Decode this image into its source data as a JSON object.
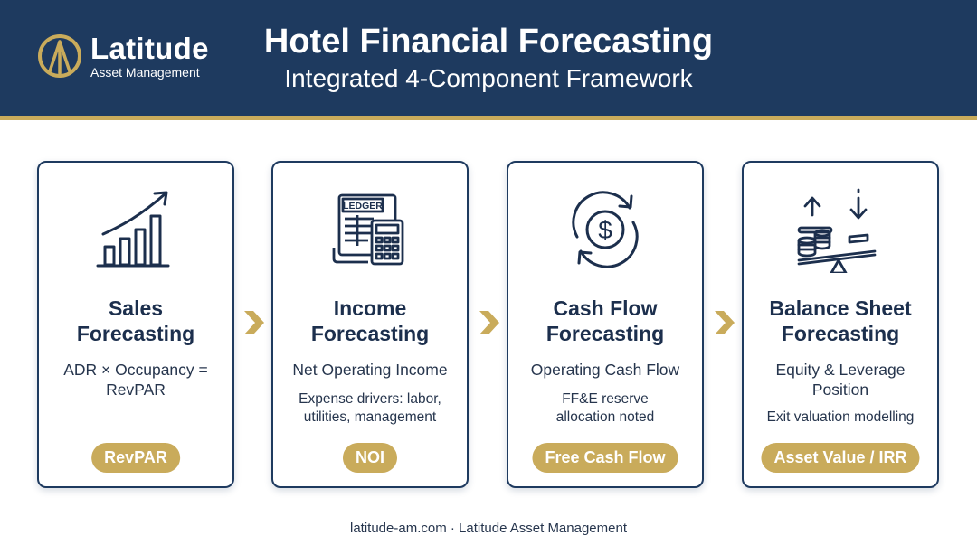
{
  "brand": {
    "name": "Latitude",
    "tagline": "Asset Management"
  },
  "header": {
    "title": "Hotel Financial Forecasting",
    "subtitle": "Integrated 4-Component Framework"
  },
  "colors": {
    "navy": "#1e3a5f",
    "gold": "#c9ab5b",
    "white": "#ffffff"
  },
  "cards": [
    {
      "icon": "growth-bar-chart-icon",
      "title": "Sales Forecasting",
      "line1": "ADR × Occupancy = RevPAR",
      "line2": "",
      "pill": "RevPAR"
    },
    {
      "icon": "ledger-calculator-icon",
      "ledger_label": "LEDGER",
      "title": "Income Forecasting",
      "line1": "Net Operating Income",
      "line2": "Expense drivers: labor, utilities, management",
      "pill": "NOI"
    },
    {
      "icon": "dollar-cycle-icon",
      "title": "Cash Flow Forecasting",
      "line1": "Operating Cash Flow",
      "line2": "FF&E reserve allocation noted",
      "pill": "Free Cash Flow"
    },
    {
      "icon": "balance-scale-icon",
      "title": "Balance Sheet Forecasting",
      "line1": "Equity & Leverage Position",
      "line2": "Exit valuation modelling",
      "pill": "Asset Value / IRR"
    }
  ],
  "footer": {
    "text": "latitude-am.com · Latitude Asset Management"
  }
}
